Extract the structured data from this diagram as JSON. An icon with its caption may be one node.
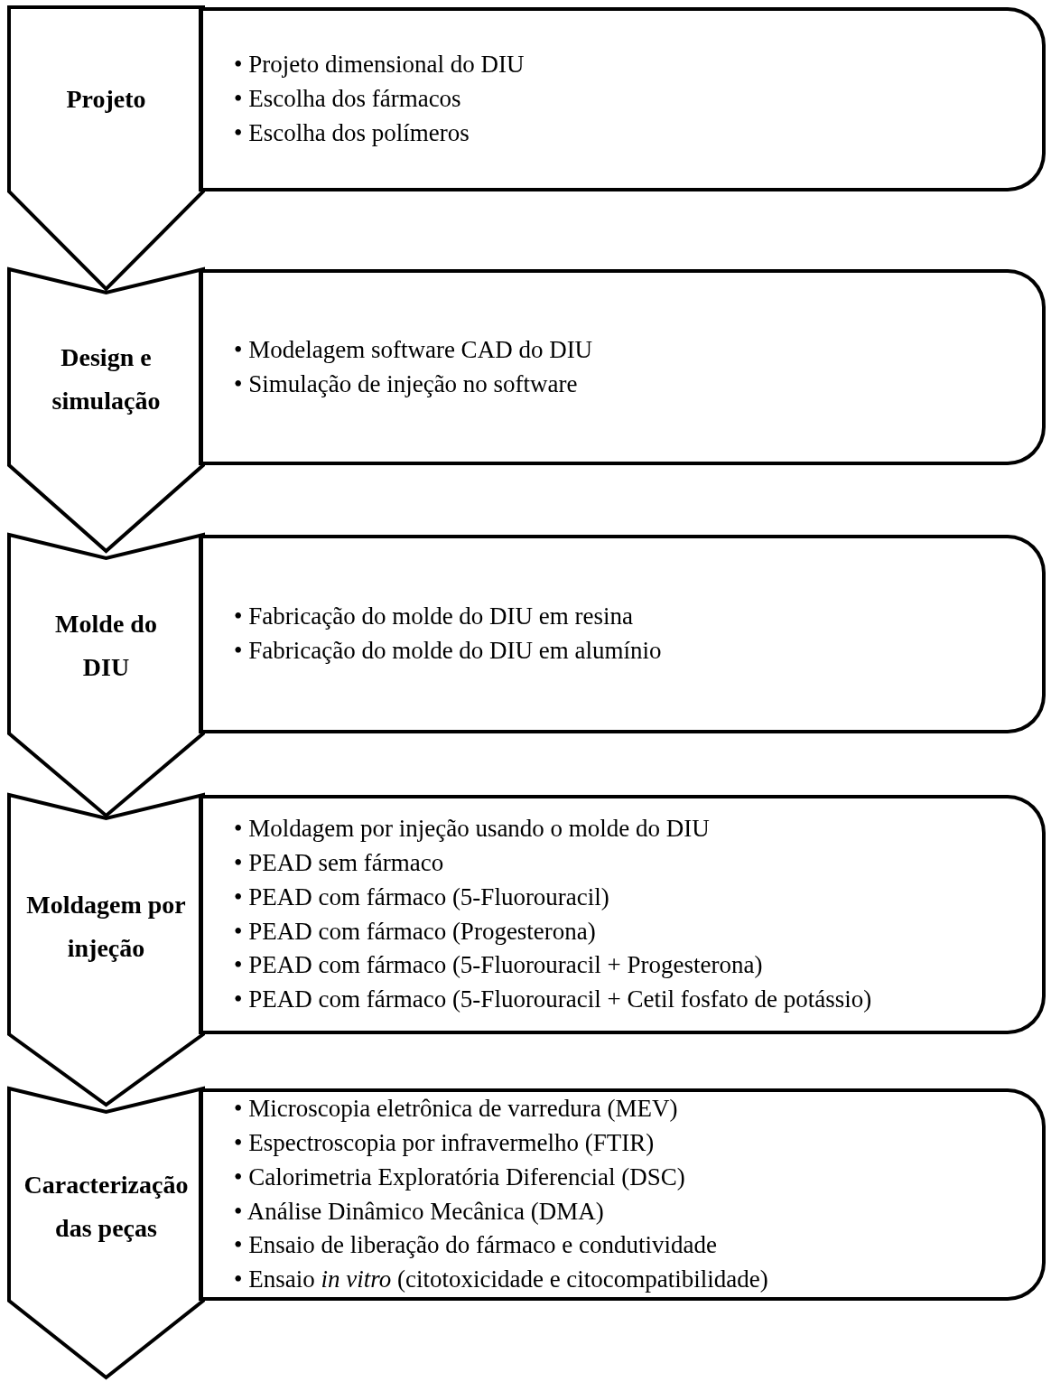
{
  "diagram": {
    "nodes": [
      {
        "text": [
          "Projeto"
        ]
      },
      {
        "text": [
          "• Projeto dimensional do DIU",
          "• Escolha dos fármacos",
          "• Escolha dos polímeros"
        ]
      },
      {
        "text": [
          "Design e simulação"
        ]
      },
      {
        "text": [
          "• Modelagem software CAD do DIU",
          "• Simulação de injeção no software"
        ]
      },
      {
        "text": [
          "Molde do DIU"
        ]
      },
      {
        "text": [
          "• Fabricação do molde do DIU em resina",
          "• Fabricação do molde do DIU em alumínio"
        ]
      },
      {
        "text": [
          "Moldagem por injeção"
        ]
      },
      {
        "text": [
          "• Moldagem por injeção usando o molde do DIU",
          "• PEAD sem fármaco",
          "• PEAD com fármaco (5-Fluorouracil)",
          "• PEAD com fármaco (Progesterona)",
          "• PEAD com fármaco (5-Fluorouracil + Progesterona)",
          "• PEAD com fármaco (5-Fluorouracil + Cetil fosfato de potássio)"
        ]
      },
      {
        "text": [
          "Caracterização das peças"
        ]
      },
      {
        "text": [
          "• Microscopia eletrônica de varredura (MEV)",
          "• Espectroscopia por infravermelho (FTIR)",
          "• Calorimetria Exploratória Diferencial (DSC)",
          "• Análise Dinâmico Mecânica (DMA)",
          "• Ensaio de liberação do fármaco e condutividade",
          "• Ensaio *in vitro* (citotoxicidade e citocompatibilidade)"
        ]
      }
    ]
  }
}
